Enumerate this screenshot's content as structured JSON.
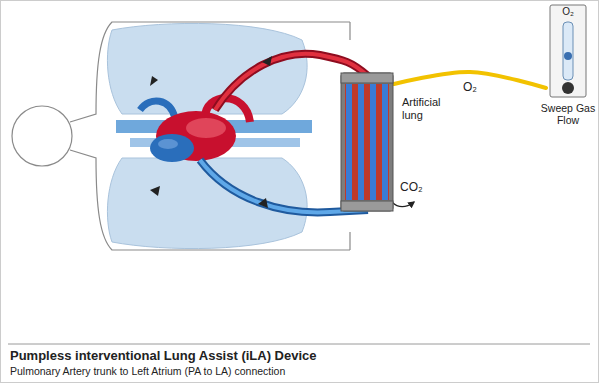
{
  "diagram": {
    "title": "Pumpless interventional Lung Assist (iLA) Device",
    "caption": "Pulmonary Artery trunk to Left Atrium (PA to LA) connection",
    "nodes": [
      {
        "text": [
          "Artificial lung"
        ]
      },
      {
        "text": [
          "O₂",
          "Sweep Gas Flow"
        ]
      }
    ],
    "edges": [
      {
        "from": 1,
        "to": 0,
        "label": "O₂",
        "arrow": "none"
      }
    ],
    "labels": [
      "CO₂"
    ]
  }
}
